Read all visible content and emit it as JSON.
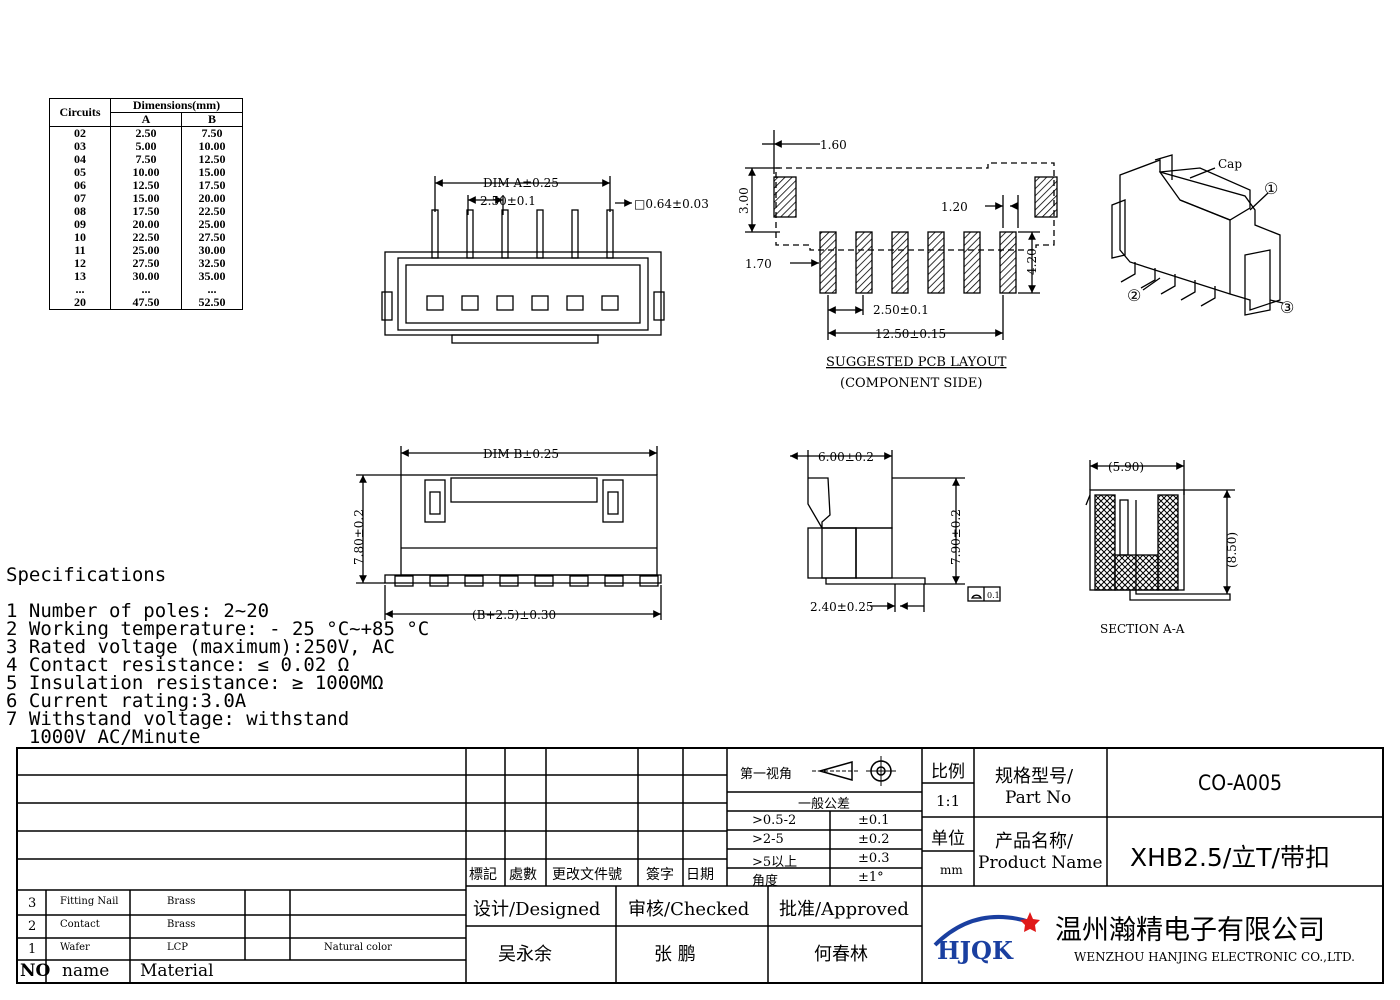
{
  "table": {
    "header_circuits": "Circuits",
    "header_dimensions": "Dimensions(mm)",
    "header_a": "A",
    "header_b": "B",
    "rows": [
      [
        "02",
        "2.50",
        "7.50"
      ],
      [
        "03",
        "5.00",
        "10.00"
      ],
      [
        "04",
        "7.50",
        "12.50"
      ],
      [
        "05",
        "10.00",
        "15.00"
      ],
      [
        "06",
        "12.50",
        "17.50"
      ],
      [
        "07",
        "15.00",
        "20.00"
      ],
      [
        "08",
        "17.50",
        "22.50"
      ],
      [
        "09",
        "20.00",
        "25.00"
      ],
      [
        "10",
        "22.50",
        "27.50"
      ],
      [
        "11",
        "25.00",
        "30.00"
      ],
      [
        "12",
        "27.50",
        "32.50"
      ],
      [
        "13",
        "30.00",
        "35.00"
      ],
      [
        "...",
        "...",
        "..."
      ],
      [
        "20",
        "47.50",
        "52.50"
      ]
    ]
  },
  "top_view": {
    "dim_a": "DIM A±0.25",
    "pitch": "2.50±0.1",
    "pin_size": "□0.64±0.03"
  },
  "pcb": {
    "d160": "1.60",
    "d300": "3.00",
    "d120": "1.20",
    "d170": "1.70",
    "d420": "4.20",
    "pitch": "2.50±0.1",
    "total": "12.50±0.15",
    "title": "SUGGESTED PCB LAYOUT",
    "subtitle": "(COMPONENT SIDE)"
  },
  "iso": {
    "cap": "Cap",
    "c1": "①",
    "c2": "②",
    "c3": "③"
  },
  "front_view": {
    "dim_b": "DIM B±0.25",
    "height": "7.80±0.2",
    "width": "(B+2.5)±0.30"
  },
  "side_view": {
    "width": "6.00±0.2",
    "height": "7.90±0.2",
    "offset": "2.40±0.25",
    "flat": "0.1"
  },
  "section": {
    "width": "(5.90)",
    "height": "(8.50)",
    "label": "SECTION A-A"
  },
  "specs": {
    "title": "Specifications",
    "lines": [
      "1 Number of poles: 2~20",
      "2 Working temperature: - 25 °C~+85 °C",
      "3 Rated voltage (maximum):250V, AC",
      "4 Contact resistance: ≤ 0.02 Ω",
      "5 Insulation resistance: ≥ 1000MΩ",
      "6 Current rating:3.0A",
      "7 Withstand voltage: withstand",
      "  1000V AC/Minute"
    ]
  },
  "titleblock": {
    "rev_headers": [
      "標記",
      "處數",
      "更改文件號",
      "簽字",
      "日期"
    ],
    "view_label": "第一视角",
    "general_tol": "一般公差",
    "tol_rows": [
      [
        ">0.5-2",
        "±0.1"
      ],
      [
        ">2-5",
        "±0.2"
      ],
      [
        ">5以上",
        "±0.3"
      ],
      [
        "角度",
        "±1°"
      ]
    ],
    "scale_label": "比例",
    "scale_value": "1:1",
    "unit_label": "单位",
    "unit_value": "mm",
    "part_no_label_cn": "规格型号/",
    "part_no_label_en": "Part No",
    "part_no": "CO-A005",
    "product_label_cn": "产品名称/",
    "product_label_en": "Product Name",
    "product_name": "XHB2.5/立T/带扣",
    "designed": "设计/Designed",
    "checked": "审核/Checked",
    "approved": "批准/Approved",
    "designer": "吴永余",
    "checker": "张 鹏",
    "approver": "何春林",
    "logo_text": "HJQK",
    "company_cn": "温州瀚精电子有限公司",
    "company_en": "WENZHOU HANJING ELECTRONIC CO.,LTD.",
    "bom": [
      [
        "3",
        "Fitting Nail",
        "Brass",
        ""
      ],
      [
        "2",
        "Contact",
        "Brass",
        ""
      ],
      [
        "1",
        "Wafer",
        "LCP",
        "Natural color"
      ]
    ],
    "bom_header": [
      "NO",
      "name",
      "Material"
    ]
  }
}
